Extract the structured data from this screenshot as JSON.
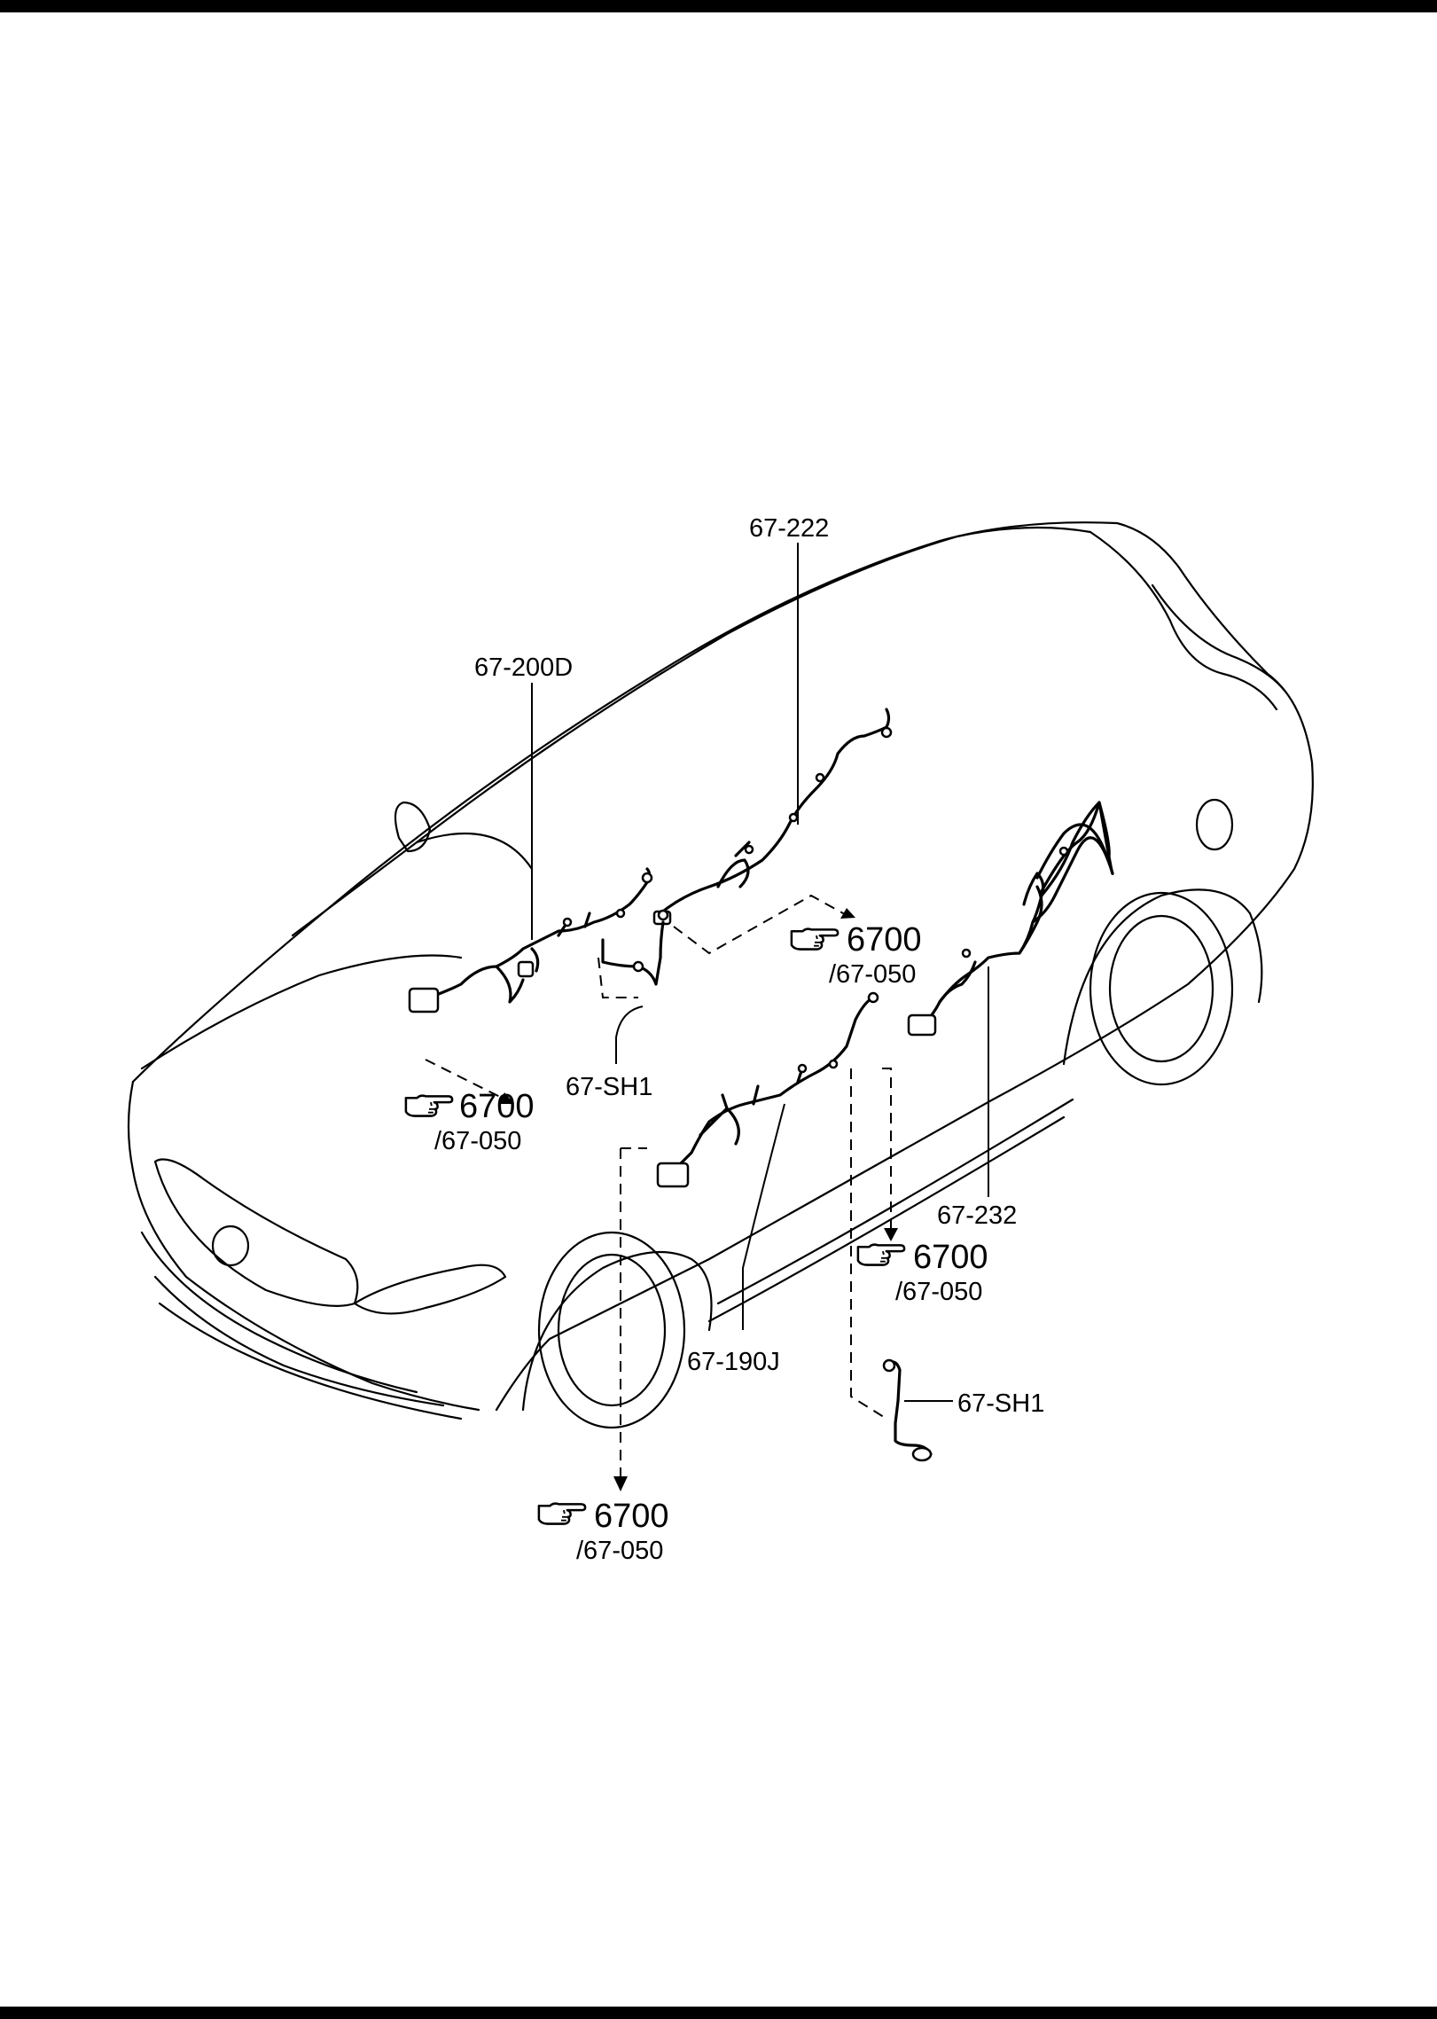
{
  "labels": {
    "l_67_222": "67-222",
    "l_67_200d": "67-200D",
    "l_67_sh1_left": "67-SH1",
    "l_67_232": "67-232",
    "l_67_190j": "67-190J",
    "l_67_sh1_right": "67-SH1"
  },
  "refs": {
    "ref1_num": "6700",
    "ref1_sub": "/67-050",
    "ref2_num": "6700",
    "ref2_sub": "/67-050",
    "ref3_num": "6700",
    "ref3_sub": "/67-050",
    "ref4_num": "6700",
    "ref4_sub": "/67-050"
  },
  "icons": {
    "ref_icon": "pointing-hand-icon"
  }
}
